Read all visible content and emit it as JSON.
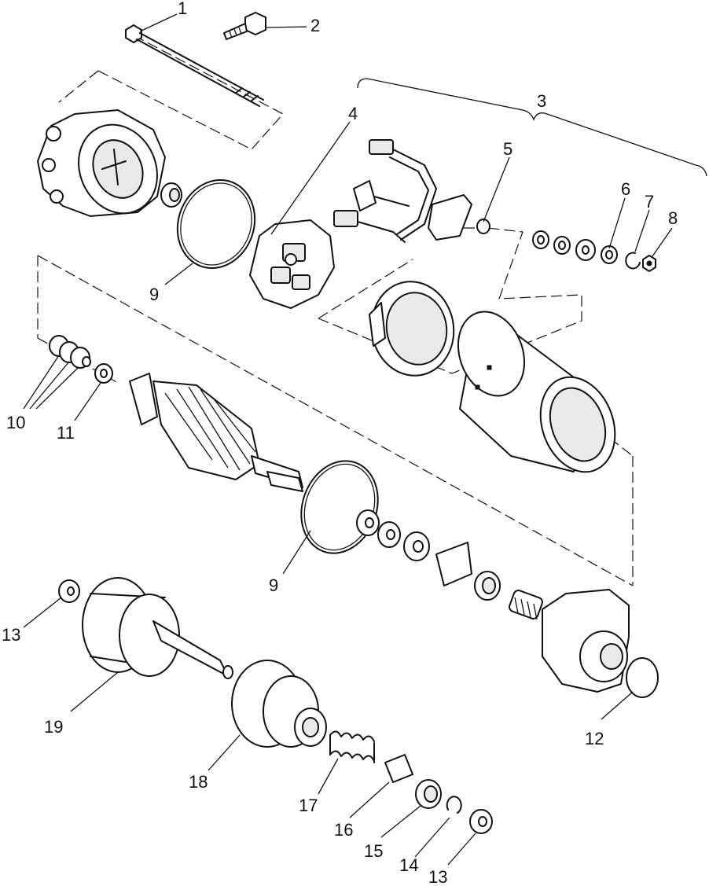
{
  "callouts": {
    "c1": "1",
    "c2": "2",
    "c3": "3",
    "c4": "4",
    "c5": "5",
    "c6": "6",
    "c7": "7",
    "c8": "8",
    "c9a": "9",
    "c9b": "9",
    "c10": "10",
    "c11": "11",
    "c12": "12",
    "c13a": "13",
    "c13b": "13",
    "c14": "14",
    "c15": "15",
    "c16": "16",
    "c17": "17",
    "c18": "18",
    "c19": "19"
  }
}
